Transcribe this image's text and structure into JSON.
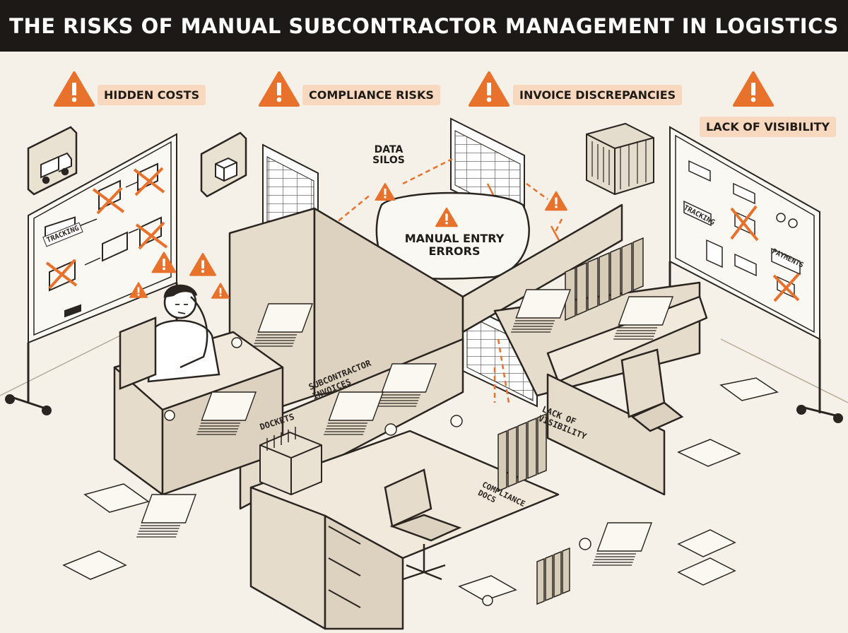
{
  "title": "THE RISKS OF MANUAL SUBCONTRACTOR MANAGEMENT IN LOGISTICS",
  "risks": {
    "hidden_costs": "HIDDEN COSTS",
    "compliance_risks": "COMPLIANCE RISKS",
    "invoice_discrepancies": "INVOICE DISCREPANCIES",
    "lack_of_visibility": "LACK OF VISIBILITY"
  },
  "callouts": {
    "data_silos": "DATA SILOS",
    "manual_entry_errors": "MANUAL ENTRY ERRORS"
  },
  "board_left": {
    "tracking": "TRACKING"
  },
  "board_right": {
    "tracking": "TRACKING",
    "payments": "PAYMENTS"
  },
  "desk_tags": {
    "dockets": "DOCKETS",
    "subcontractor_invoices": "SUBCONTRACTOR INVOICES",
    "lack_of_visibility": "LACK OF VISIBILITY",
    "compliance_docs": "COMPLIANCE DOCS"
  },
  "colors": {
    "accent": "#e8712c",
    "label_bg": "#f8d9bf",
    "ink": "#2a2520",
    "paper": "#f5f1e9",
    "furniture": "#e6dccb",
    "title_bg": "#1c1916"
  },
  "icons": [
    "warning-icon",
    "truck-icon",
    "package-icon",
    "shipping-container-icon",
    "spreadsheet-icon",
    "whiteboard-icon",
    "office-chair-icon",
    "filing-box-icon",
    "document-stack-icon"
  ]
}
